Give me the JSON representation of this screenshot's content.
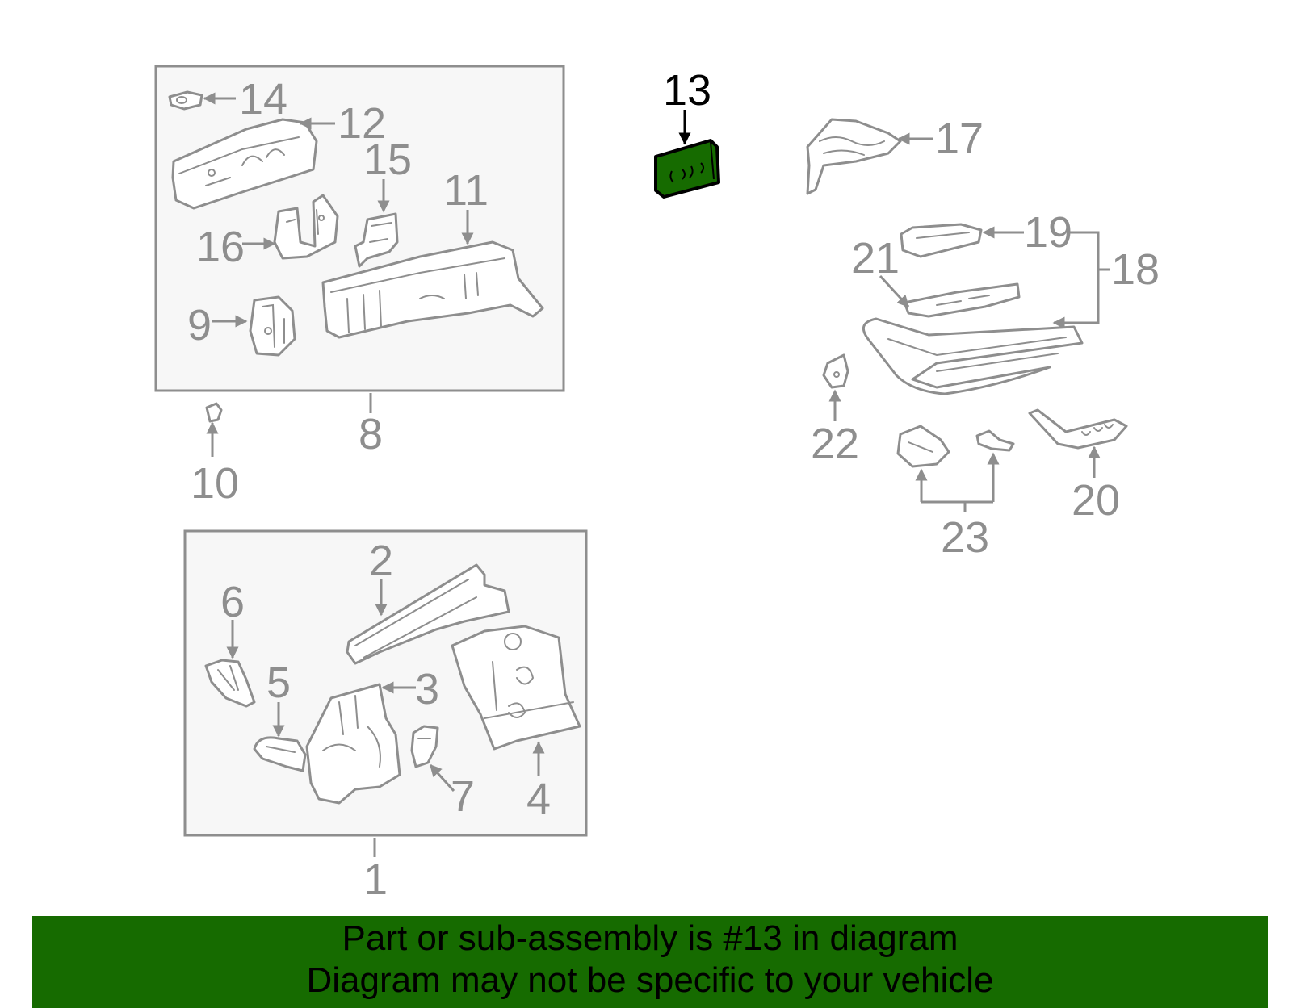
{
  "diagram": {
    "highlighted_part": "13",
    "labels": [
      "1",
      "2",
      "3",
      "4",
      "5",
      "6",
      "7",
      "8",
      "9",
      "10",
      "11",
      "12",
      "13",
      "14",
      "15",
      "16",
      "17",
      "18",
      "19",
      "20",
      "21",
      "22",
      "23"
    ]
  },
  "banner": {
    "line1": "Part or sub-assembly is #13 in diagram",
    "line2": "Diagram may not be specific to your vehicle"
  },
  "colors": {
    "highlight": "#166b00",
    "line": "#8e8e8e",
    "panel_bg": "#f7f7f7"
  }
}
